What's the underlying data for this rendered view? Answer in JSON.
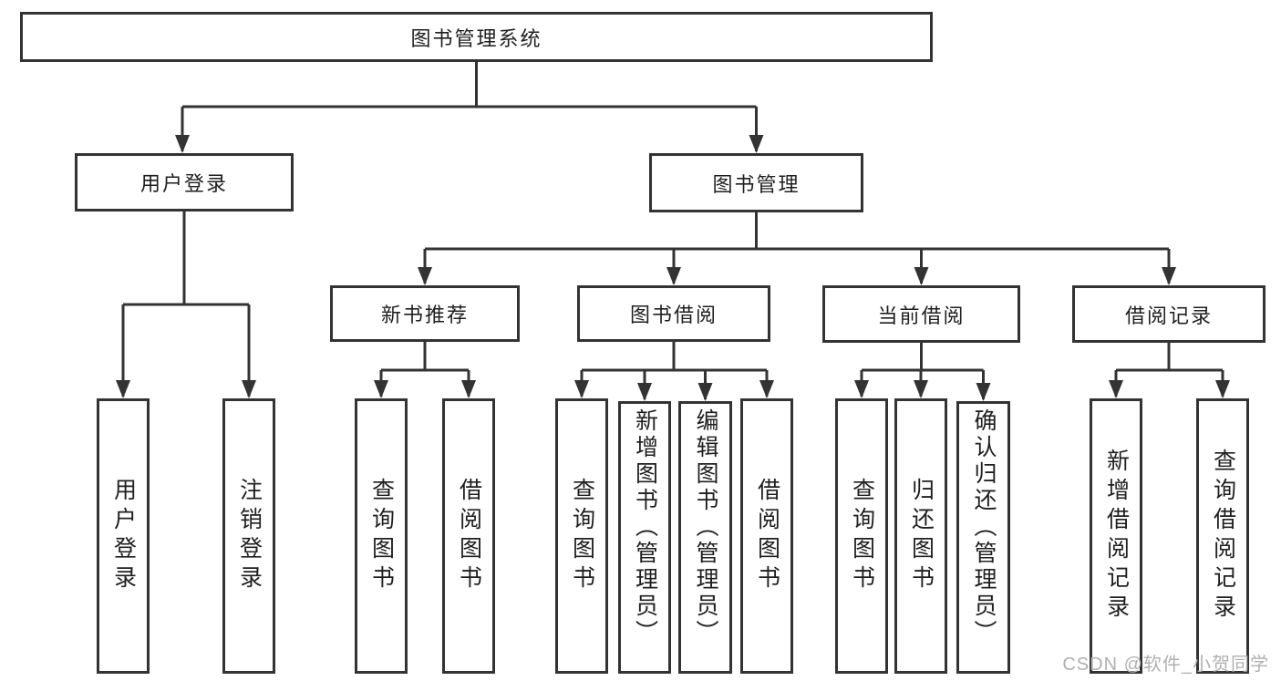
{
  "tree": {
    "root": {
      "label": "图书管理系统",
      "children": [
        {
          "label": "用户登录",
          "children": [
            {
              "label": "用户登录"
            },
            {
              "label": "注销登录"
            }
          ]
        },
        {
          "label": "图书管理",
          "children": [
            {
              "label": "新书推荐",
              "children": [
                {
                  "label": "查询图书"
                },
                {
                  "label": "借阅图书"
                }
              ]
            },
            {
              "label": "图书借阅",
              "children": [
                {
                  "label": "查询图书"
                },
                {
                  "label": "新增图书（管理员）"
                },
                {
                  "label": "编辑图书（管理员）"
                },
                {
                  "label": "借阅图书"
                }
              ]
            },
            {
              "label": "当前借阅",
              "children": [
                {
                  "label": "查询图书"
                },
                {
                  "label": "归还图书"
                },
                {
                  "label": "确认归还（管理员）"
                }
              ]
            },
            {
              "label": "借阅记录",
              "children": [
                {
                  "label": "新增借阅记录"
                },
                {
                  "label": "查询借阅记录"
                }
              ]
            }
          ]
        }
      ]
    }
  },
  "watermark": {
    "text": "CSDN @软件_小贺同学"
  },
  "colors": {
    "line": "#333333",
    "box_background": "#ffffff",
    "text": "#1f1f1f",
    "watermark": "#b0b0b0"
  }
}
